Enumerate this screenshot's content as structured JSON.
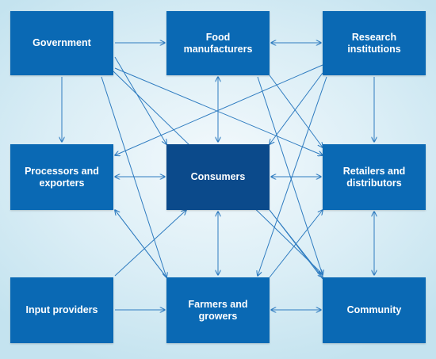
{
  "nodes": {
    "government": "Government",
    "food_manufacturers": "Food\nmanufacturers",
    "research_institutions": "Research\ninstitutions",
    "processors_exporters": "Processors and\nexporters",
    "consumers": "Consumers",
    "retailers_distributors": "Retailers and\ndistributors",
    "input_providers": "Input providers",
    "farmers_growers": "Farmers and\ngrowers",
    "community": "Community"
  },
  "colors": {
    "node": "#0a69b4",
    "center_node": "#0b4a8b",
    "arrow": "#2f7cc0"
  }
}
